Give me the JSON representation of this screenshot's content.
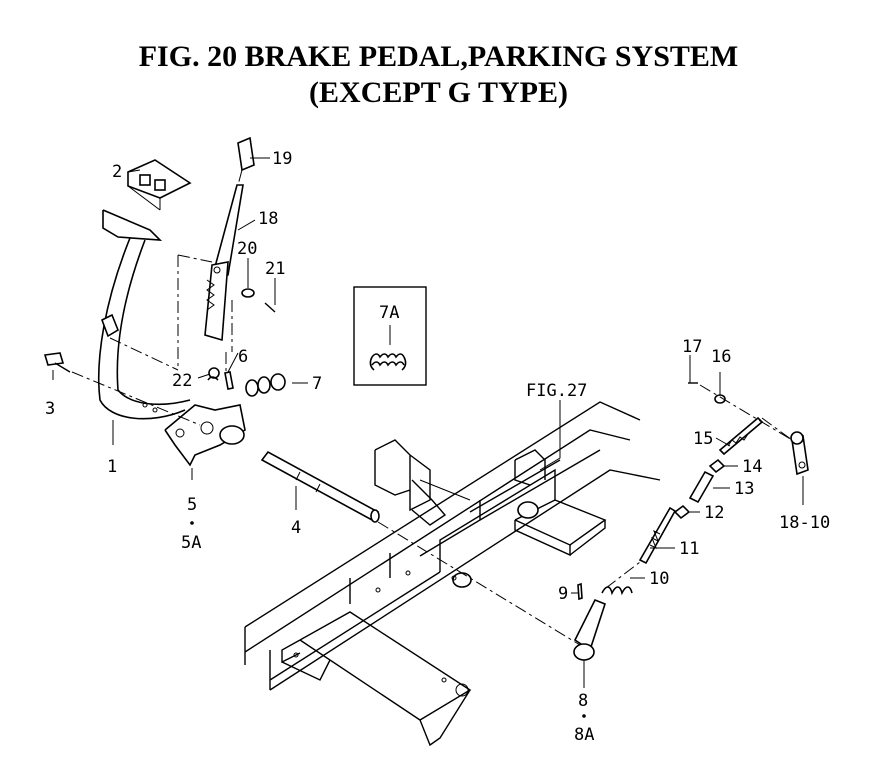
{
  "title_line1": "FIG. 20  BRAKE PEDAL,PARKING SYSTEM",
  "title_line2": "(EXCEPT G TYPE)",
  "callouts": {
    "c1": "1",
    "c2": "2",
    "c3": "3",
    "c4": "4",
    "c5": "5",
    "c5a": "5A",
    "c6": "6",
    "c7": "7",
    "c7a": "7A",
    "c8": "8",
    "c8a": "8A",
    "c9": "9",
    "c10": "10",
    "c11": "11",
    "c12": "12",
    "c13": "13",
    "c14": "14",
    "c15": "15",
    "c16": "16",
    "c17": "17",
    "c18": "18",
    "c18_10": "18-10",
    "c19": "19",
    "c20": "20",
    "c21": "21",
    "c22": "22"
  },
  "reference": "FIG.27"
}
